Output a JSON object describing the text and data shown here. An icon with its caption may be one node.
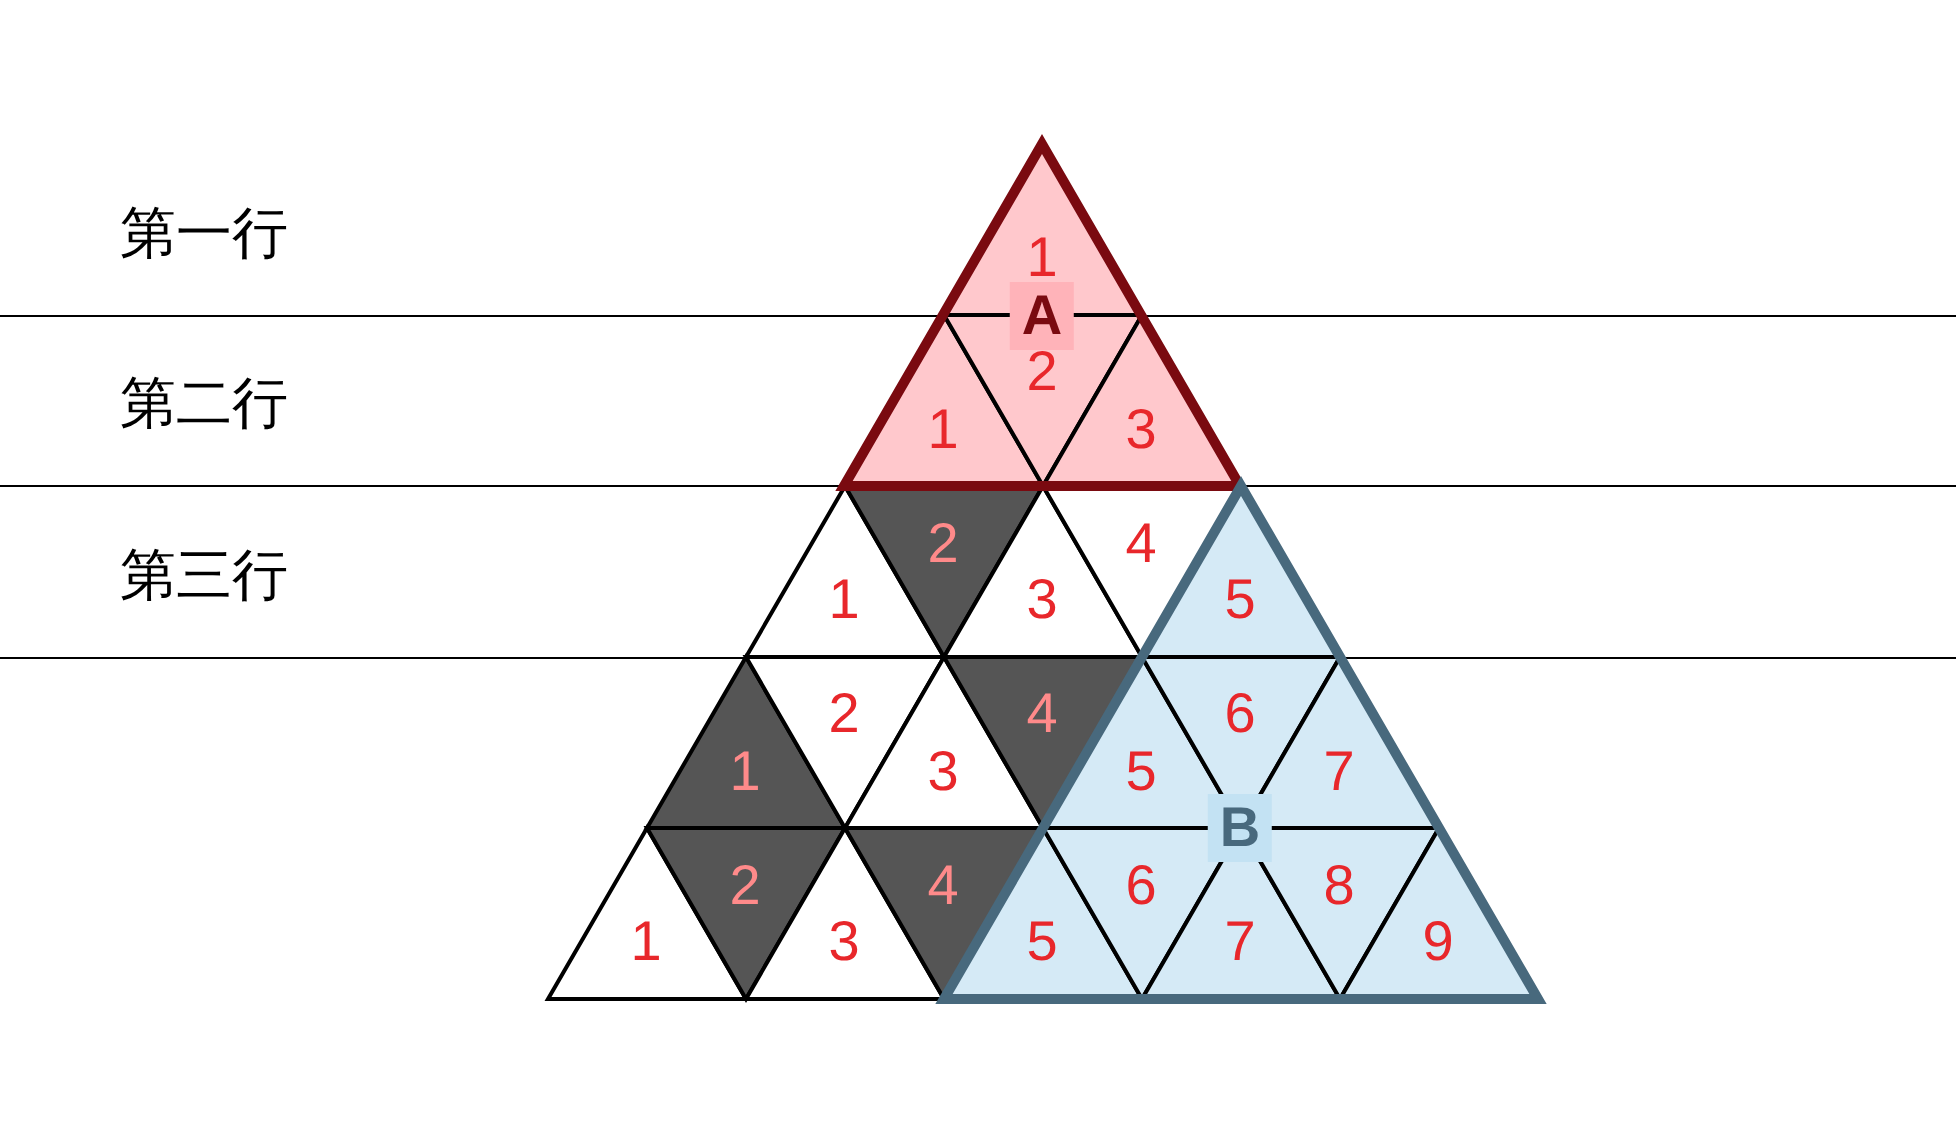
{
  "diagram": {
    "nodes": [
      {
        "text": [
          "A"
        ]
      },
      {
        "text": [
          "1"
        ],
        "in": 0
      },
      {
        "text": [
          "1"
        ],
        "in": 0
      },
      {
        "text": [
          "2"
        ],
        "in": 0
      },
      {
        "text": [
          "3"
        ],
        "in": 0
      },
      {
        "text": [
          "1"
        ]
      },
      {
        "text": [
          "2"
        ]
      },
      {
        "text": [
          "3"
        ]
      },
      {
        "text": [
          "4"
        ]
      },
      {
        "text": [
          "B"
        ]
      },
      {
        "text": [
          "5"
        ],
        "in": 9
      },
      {
        "text": [
          "1"
        ]
      },
      {
        "text": [
          "2"
        ]
      },
      {
        "text": [
          "3"
        ]
      },
      {
        "text": [
          "4"
        ]
      },
      {
        "text": [
          "5"
        ],
        "in": 9
      },
      {
        "text": [
          "6"
        ],
        "in": 9
      },
      {
        "text": [
          "7"
        ],
        "in": 9
      },
      {
        "text": [
          "1"
        ]
      },
      {
        "text": [
          "2"
        ]
      },
      {
        "text": [
          "3"
        ]
      },
      {
        "text": [
          "4"
        ]
      },
      {
        "text": [
          "5"
        ],
        "in": 9
      },
      {
        "text": [
          "6"
        ],
        "in": 9
      },
      {
        "text": [
          "7"
        ],
        "in": 9
      },
      {
        "text": [
          "8"
        ],
        "in": 9
      },
      {
        "text": [
          "9"
        ],
        "in": 9
      }
    ],
    "labels": [
      "第一行",
      "第二行",
      "第三行"
    ]
  }
}
